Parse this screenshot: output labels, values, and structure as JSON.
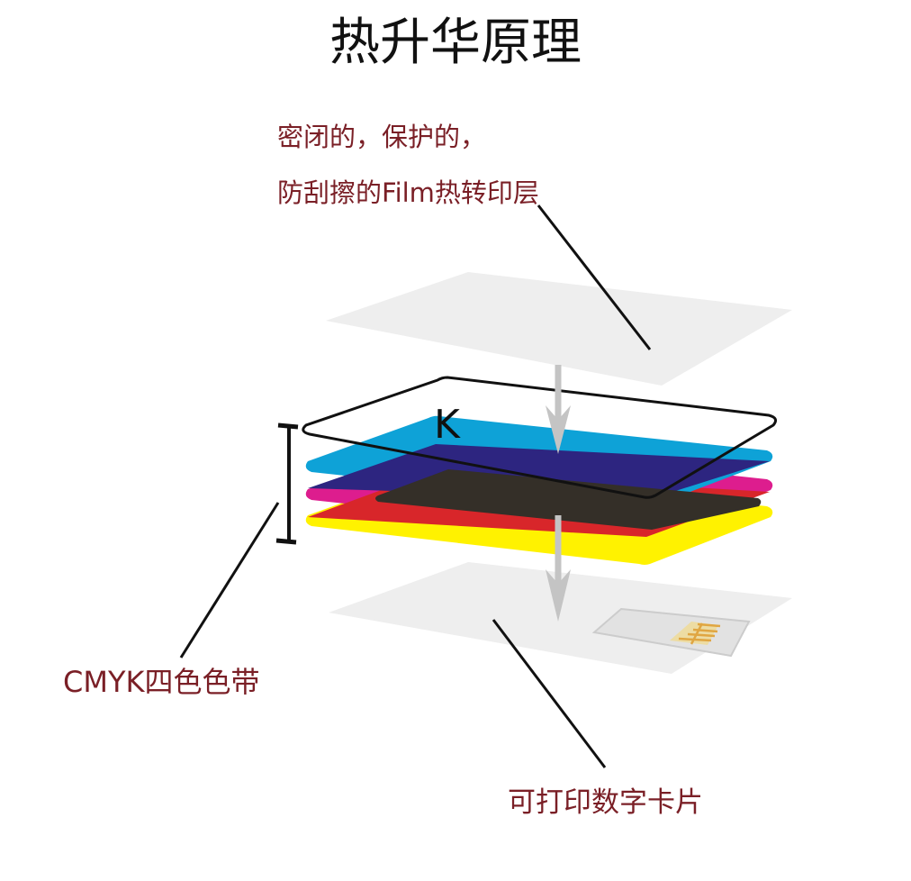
{
  "title": "热升华原理",
  "labels": {
    "film_line1": "密闭的，保护的，",
    "film_line2": "防刮擦的Film热转印层",
    "cmyk": "CMYK四色色带",
    "card": "可打印数字卡片",
    "k_layer": "K"
  },
  "colors": {
    "label_text": "#7a1f26",
    "title_text": "#111111",
    "cyan": "#0ea2d7",
    "magenta": "#dd1d8e",
    "yellow": "#fff200",
    "blue_overlap": "#2d2580",
    "red_overlap": "#d8262a",
    "black_overlap": "#342f28",
    "film_layer": "#eeeeee",
    "arrow": "#c4c4c4",
    "line": "#111111"
  },
  "layers": [
    "film-layer",
    "k-layer",
    "cyan-layer",
    "magenta-layer",
    "yellow-layer",
    "card-layer"
  ],
  "icons": [
    "chip-icon",
    "down-arrow-icon"
  ]
}
